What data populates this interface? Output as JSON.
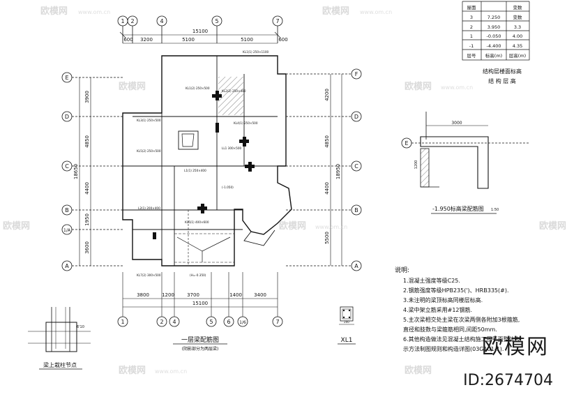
{
  "watermark": {
    "brand": "欧模网",
    "domain": "www.om.cn",
    "big_brand": "欧模网",
    "id_text": "ID:2674704"
  },
  "axes_top": [
    "1",
    "2",
    "4",
    "5",
    "7"
  ],
  "axes_bottom": [
    "1",
    "2",
    "4",
    "5",
    "6",
    "1/6",
    "7"
  ],
  "axes_left": [
    "E",
    "D",
    "C",
    "B",
    "1/A",
    "A"
  ],
  "axes_right": [
    "F",
    "D",
    "C",
    "B",
    "A"
  ],
  "dims_top": {
    "total": "15100",
    "segs": [
      "600",
      "3200",
      "5100",
      "5100",
      "600"
    ]
  },
  "dims_bottom": {
    "total": "15100",
    "segs": [
      "3800",
      "1200",
      "3700",
      "1400",
      "3400"
    ]
  },
  "dims_left": {
    "total": "18650",
    "segs": [
      "3900",
      "4850",
      "4400",
      "1950",
      "3600"
    ]
  },
  "dims_right": {
    "total": "18950",
    "segs": [
      "4200",
      "4850",
      "4400",
      "5500"
    ]
  },
  "plan_title": "一层梁配筋图",
  "plan_subtitle": "(阴影部分为两层梁)",
  "beam_labels": [
    "KL1(1) 250×1100",
    "KL1(2) 250×500",
    "KL2(2) 250×400",
    "KL3(1) 250×500",
    "KL4(1) 250×500",
    "KL5(2) 250×500",
    "KL6(1) 400×600",
    "KL7(2) 300×500",
    "L1(1) 250×400",
    "L2(1) 200×400",
    "LL1 300×500",
    "(-1.050)",
    "(H=-0.350)"
  ],
  "level_table": {
    "headers": [
      "层号",
      "标高(m)",
      "层高(m)"
    ],
    "head_top": [
      "屋面",
      "变数"
    ],
    "rows": [
      [
        "3",
        "7.250",
        "变数"
      ],
      [
        "2",
        "3.950",
        "3.3"
      ],
      [
        "1",
        "-0.050",
        "4.00"
      ],
      [
        "-1",
        "-4.400",
        "4.35"
      ]
    ],
    "caption1": "结构层楼面标高",
    "caption2": "结 构 层 高"
  },
  "detail_right": {
    "axis": "E",
    "dim": "3000",
    "side_dim": "1200",
    "title": "-1.950标高梁配筋图",
    "scale": "1:50"
  },
  "notes": {
    "title": "说明:",
    "items": [
      "1.混凝土强度等级C25.",
      "2.钢筋强度等级HPB235(')、HRB335(#).",
      "3.未注明的梁顶标高同楼层标高.",
      "4.梁中架立筋采用#12钢筋.",
      "5.主次梁相交处主梁在次梁两侧各附加3根箍筋,",
      "  直径和肢数与梁箍筋相同,间距50mm.",
      "6.其他构造做法见混凝土结构施工图平面整体表",
      "  示方法制图规则和构造详图(03G101-1)."
    ]
  },
  "xl1": {
    "label": "XL1",
    "dim": "200"
  },
  "node_detail": {
    "title": "梁上栽柱节点",
    "note": "6'10"
  }
}
